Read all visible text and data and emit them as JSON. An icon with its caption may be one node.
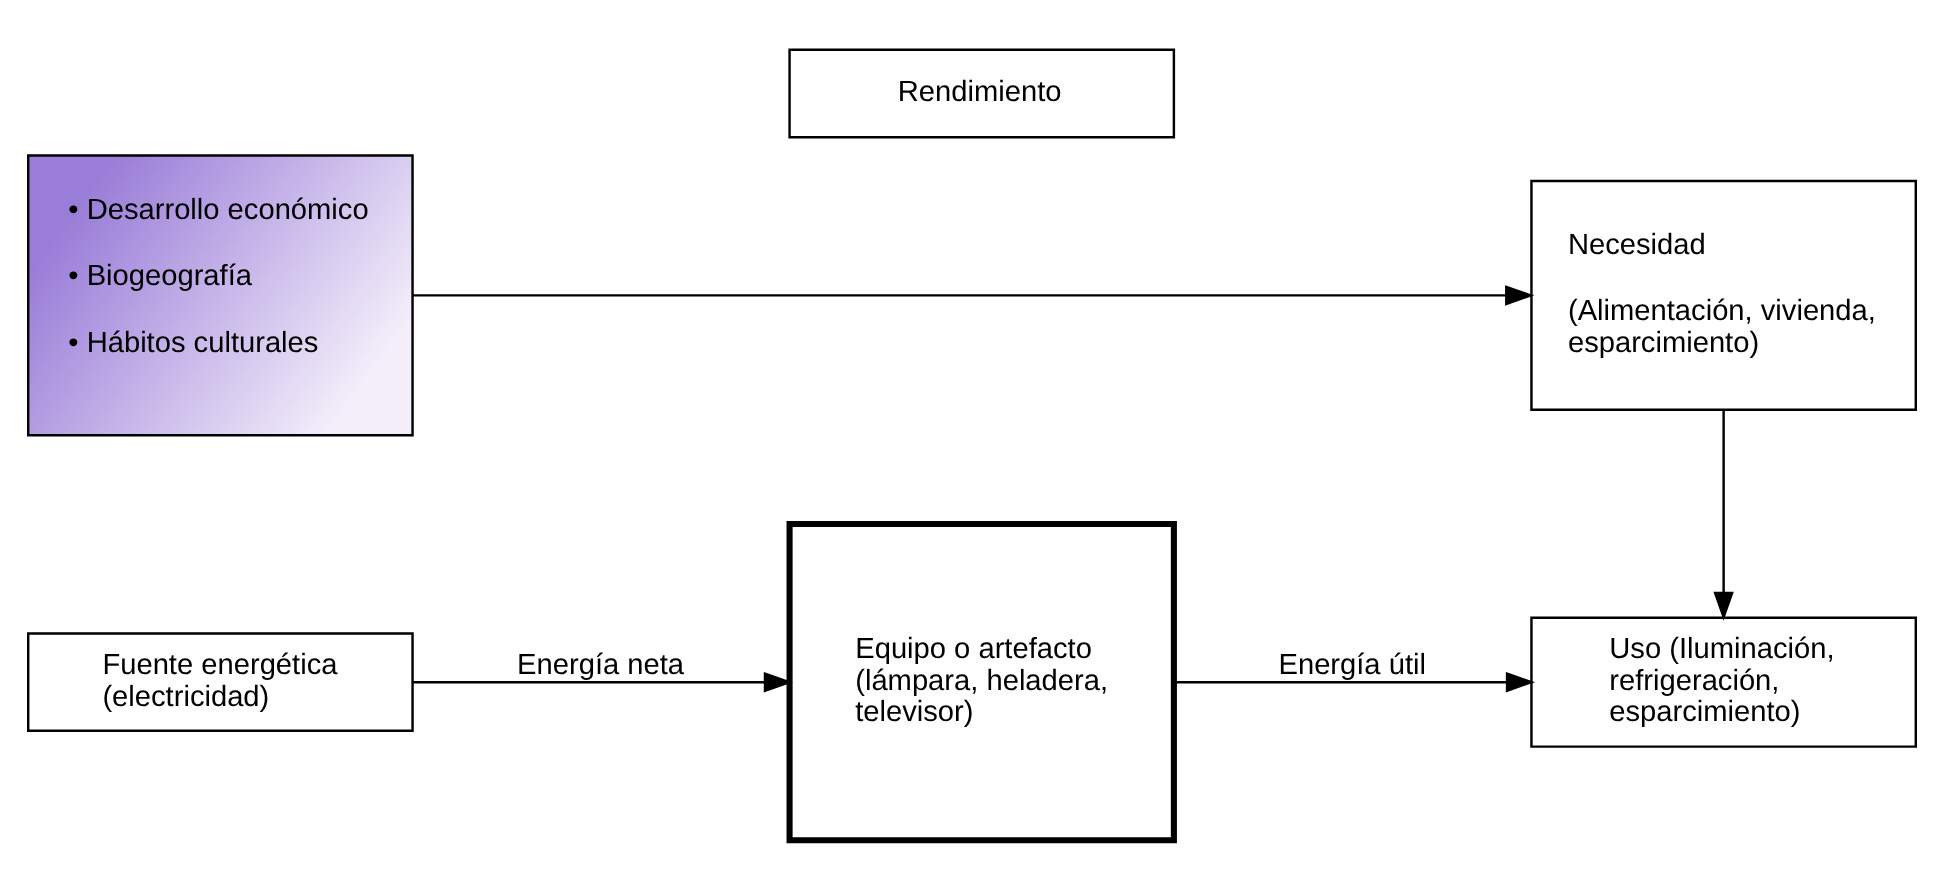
{
  "diagram": {
    "nodes": [
      {
        "text": [
          "Fuente energética (electricidad)"
        ]
      },
      {
        "text": [
          "Equipo o artefacto (lámpara, heladera, televisor)"
        ]
      },
      {
        "text": [
          "Uso (Iluminación, refrigeración, esparcimiento)"
        ]
      },
      {
        "text": [
          "Rendimiento"
        ]
      },
      {
        "text": [
          "• Desarrollo económico",
          "• Biogeografía",
          "• Hábitos culturales"
        ]
      },
      {
        "text": [
          "Necesidad",
          "(Alimentación, vivienda, esparcimiento)"
        ]
      }
    ],
    "edges": [
      {
        "from": 0,
        "to": 1,
        "arrow": "to",
        "label": "Energía neta"
      },
      {
        "from": 1,
        "to": 2,
        "arrow": "to",
        "label": "Energía útil"
      },
      {
        "from": 4,
        "to": 5,
        "arrow": "to"
      },
      {
        "from": 5,
        "to": 2,
        "arrow": "to"
      }
    ]
  }
}
